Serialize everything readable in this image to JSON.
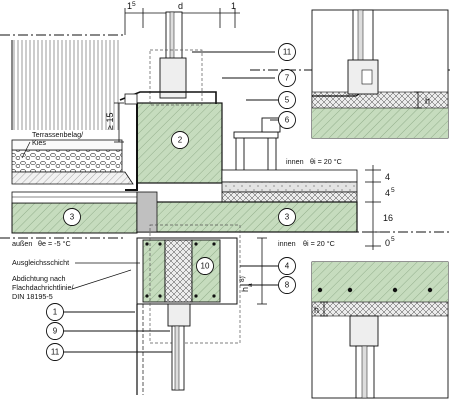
{
  "dimensions": {
    "top_left": "1",
    "top_left_sup": "5",
    "top_middle": "d",
    "top_right": "1",
    "step_height": "≥ 15",
    "layer_1": "4",
    "layer_2": "4",
    "layer_2_sup": "5",
    "slab": "16",
    "bottom": "0",
    "bottom_sup": "5",
    "lintel": "h",
    "lintel_sub": "a",
    "lintel_sup": "8)",
    "detail_h_top": "h",
    "detail_h_bottom": "h"
  },
  "labels": {
    "terrace": "Terrassenbelag/",
    "terrace2": "Kies",
    "outside": "außen",
    "outside_temp": "θe = -5 °C",
    "inside_top": "innen",
    "inside_top_temp": "θi = 20 °C",
    "inside_mid": "innen",
    "inside_mid_temp": "θi = 20 °C",
    "leveling": "Ausgleichsschicht",
    "seal1": "Abdichtung nach",
    "seal2": "Flachdachrichtlinie/",
    "seal3": "DIN 18195-5"
  },
  "callouts": [
    "11",
    "7",
    "5",
    "6",
    "2",
    "3",
    "3",
    "10",
    "4",
    "8",
    "1",
    "9",
    "11"
  ],
  "colors": {
    "concrete": "#c6dcbe",
    "insulation": "#e9e9e9",
    "line": "#1a1a1a",
    "water": "#ffffff"
  }
}
